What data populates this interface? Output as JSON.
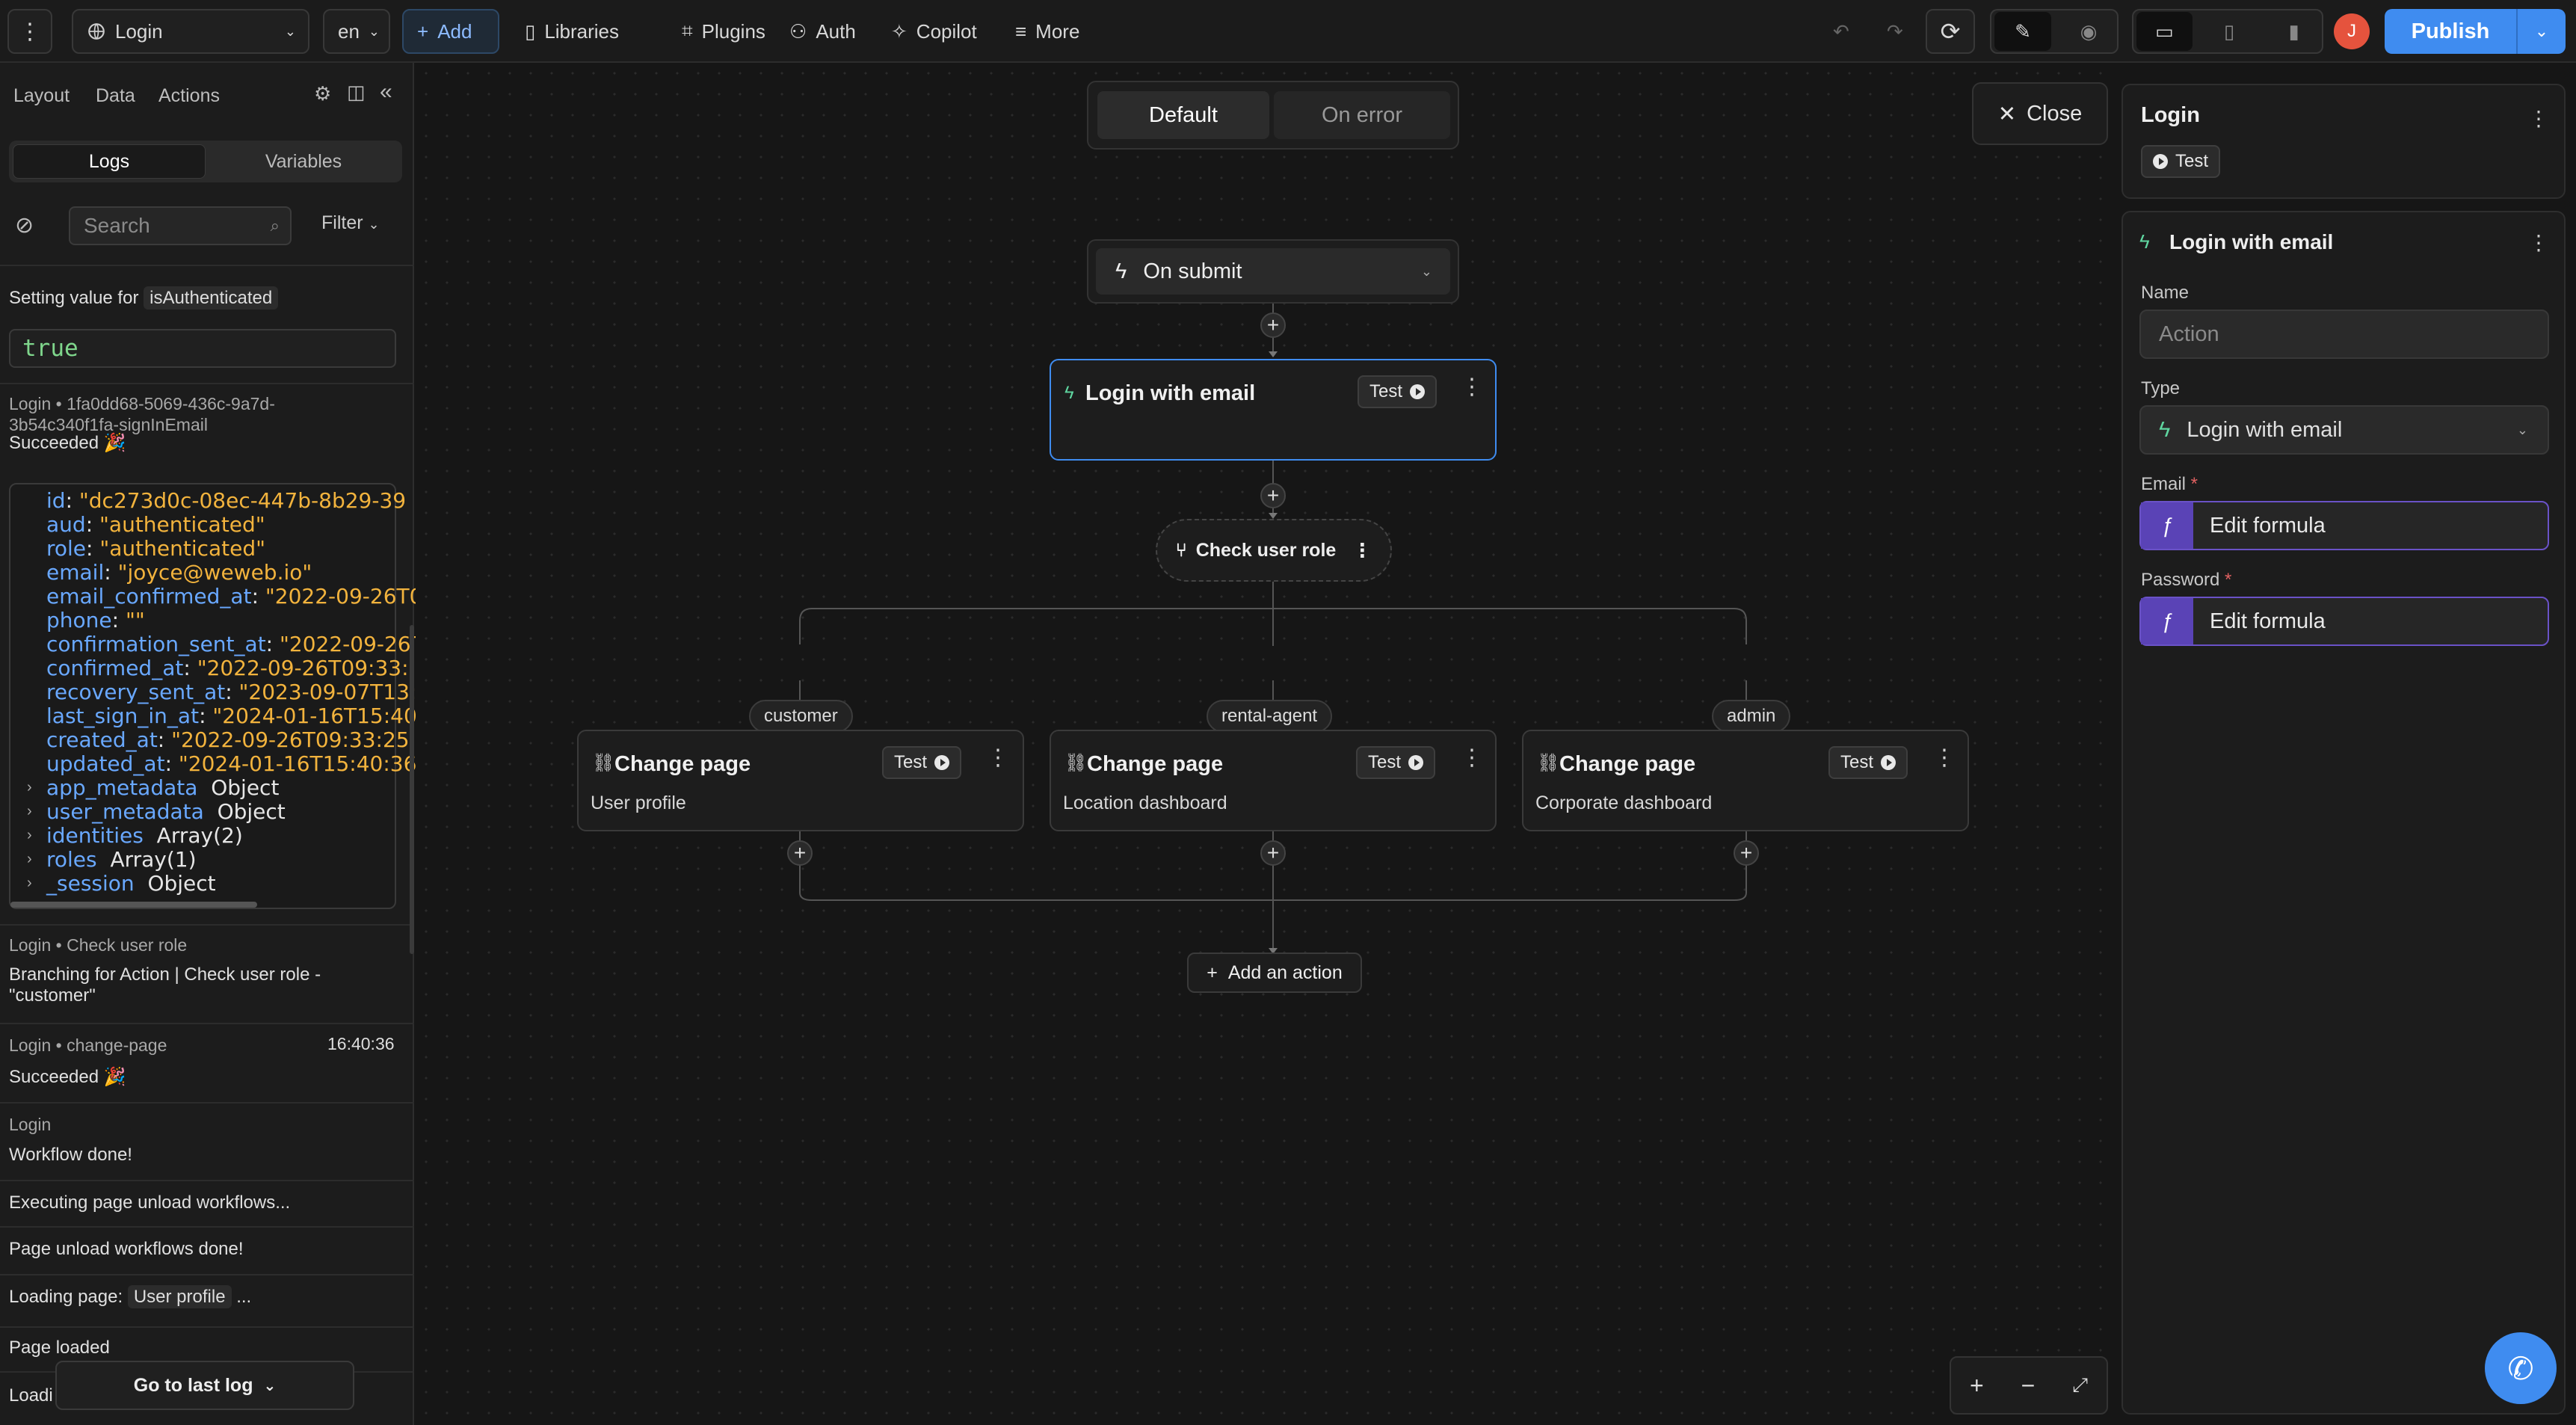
{
  "topbar": {
    "page_select": "Login",
    "lang_select": "en",
    "add": "Add",
    "libraries": "Libraries",
    "plugins": "Plugins",
    "auth": "Auth",
    "copilot": "Copilot",
    "more": "More",
    "avatar_initial": "J",
    "publish": "Publish"
  },
  "left": {
    "tabs": [
      "Layout",
      "Data",
      "Actions"
    ],
    "seg": [
      "Logs",
      "Variables"
    ],
    "search_placeholder": "Search",
    "filter": "Filter",
    "entry1": {
      "prefix": "Setting value for",
      "var": "isAuthenticated",
      "value": "true"
    },
    "entry2": {
      "meta_l1": "Login • 1fa0dd68-5069-436c-9a7d-",
      "meta_l2": "3b54c340f1fa-signInEmail",
      "status": "Succeeded 🎉",
      "json": [
        {
          "k": "id",
          "v": "\"dc273d0c-08ec-447b-8b29-39"
        },
        {
          "k": "aud",
          "v": "\"authenticated\""
        },
        {
          "k": "role",
          "v": "\"authenticated\""
        },
        {
          "k": "email",
          "v": "\"joyce@weweb.io\""
        },
        {
          "k": "email_confirmed_at",
          "v": "\"2022-09-26T0"
        },
        {
          "k": "phone",
          "v": "\"\""
        },
        {
          "k": "confirmation_sent_at",
          "v": "\"2022-09-26T"
        },
        {
          "k": "confirmed_at",
          "v": "\"2022-09-26T09:33:"
        },
        {
          "k": "recovery_sent_at",
          "v": "\"2023-09-07T13:"
        },
        {
          "k": "last_sign_in_at",
          "v": "\"2024-01-16T15:40:"
        },
        {
          "k": "created_at",
          "v": "\"2022-09-26T09:33:25"
        },
        {
          "k": "updated_at",
          "v": "\"2024-01-16T15:40:36"
        }
      ],
      "json_collapsed": [
        {
          "k": "app_metadata",
          "t": "Object"
        },
        {
          "k": "user_metadata",
          "t": "Object"
        },
        {
          "k": "identities",
          "t": "Array(2)"
        },
        {
          "k": "roles",
          "t": "Array(1)"
        },
        {
          "k": "_session",
          "t": "Object"
        }
      ]
    },
    "entry3": {
      "meta": "Login • Check user role",
      "text_l1": "Branching for Action | Check user role -",
      "text_l2": "\"customer\""
    },
    "entry4": {
      "meta": "Login • change-page",
      "time": "16:40:36",
      "status": "Succeeded 🎉"
    },
    "entry5": {
      "meta": "Login",
      "text": "Workflow done!"
    },
    "entry6": "Executing page unload workflows...",
    "entry7": "Page unload workflows done!",
    "entry8": {
      "prefix": "Loading page:",
      "page": "User profile",
      "suffix": "..."
    },
    "entry9": "Page loaded",
    "entry10": "Loadi",
    "go_last_log": "Go to last log"
  },
  "canvas": {
    "seg": [
      "Default",
      "On error"
    ],
    "close": "Close",
    "trigger": "On submit",
    "login_node": {
      "title": "Login with email",
      "test": "Test"
    },
    "branch": "Check user role",
    "branches": [
      "customer",
      "rental-agent",
      "admin"
    ],
    "change_nodes": [
      {
        "title": "Change page",
        "sub": "User profile",
        "test": "Test"
      },
      {
        "title": "Change page",
        "sub": "Location dashboard",
        "test": "Test"
      },
      {
        "title": "Change page",
        "sub": "Corporate dashboard",
        "test": "Test"
      }
    ],
    "add_action": "Add an action"
  },
  "right": {
    "card1": {
      "title": "Login",
      "test": "Test"
    },
    "card2": {
      "title": "Login with email",
      "name_label": "Name",
      "name_placeholder": "Action",
      "type_label": "Type",
      "type_value": "Login with email",
      "email_label": "Email",
      "email_value": "Edit formula",
      "password_label": "Password",
      "password_value": "Edit formula"
    }
  },
  "colors": {
    "accent": "#3f8cf0",
    "publish": "#3f8cf0",
    "avatar": "#e5533d",
    "formula": "#5a43b6",
    "json_key": "#69a8ff",
    "json_value": "#f2b33d"
  }
}
